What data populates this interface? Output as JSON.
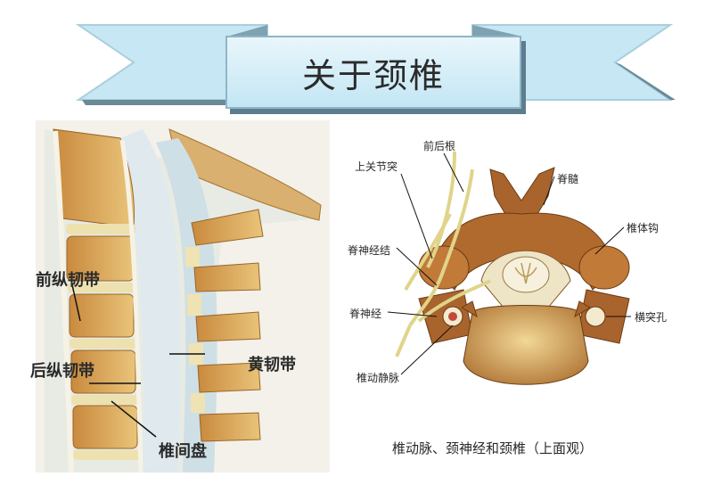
{
  "title": "关于颈椎",
  "sagittal_labels": {
    "anterior_ligament": "前纵韧带",
    "posterior_ligament": "后纵韧带",
    "ligamentum_flavum": "黄韧带",
    "disc": "椎间盘"
  },
  "vertebra_labels": {
    "anterior_root": "前后根",
    "superior_articular": "上关节突",
    "spinal_cord": "脊髓",
    "uncinate": "椎体钩",
    "spinal_ganglion": "脊神经结",
    "spinal_nerve": "脊神经",
    "transverse_foramen": "横突孔",
    "vertebral_artery": "椎动静脉"
  },
  "caption": "椎动脉、颈神经和颈椎（上面观）",
  "colors": {
    "banner_fill": "#c3e6f4",
    "banner_shadow": "#5d7d8e",
    "bone": "#a8642c",
    "disc": "#e8d9a0",
    "nerve": "#e6dc9a"
  }
}
